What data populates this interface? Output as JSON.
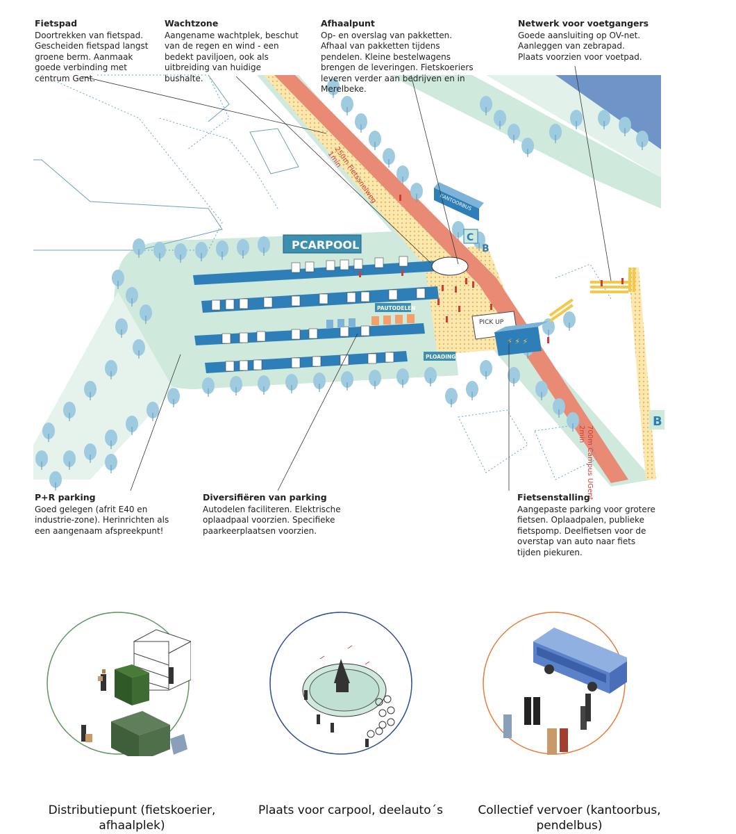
{
  "annotations": {
    "fietspad": {
      "title": "Fietspad",
      "text": "Doortrekken van fietspad. Gescheiden fietspad langst groene berm. Aanmaak goede verbinding met centrum Gent."
    },
    "wachtzone": {
      "title": "Wachtzone",
      "text": "Aangename wachtplek, beschut van de regen en wind - een bedekt paviljoen, ook als uitbreiding van huidige bushalte."
    },
    "afhaalpunt": {
      "title": "Afhaalpunt",
      "text": "Op- en overslag van pakketten. Afhaal van pakketten tijdens pendelen. Kleine bestelwagens brengen de leveringen. Fietskoeriers leveren verder aan bedrijven en in Merelbeke."
    },
    "netwerk": {
      "title": "Netwerk voor voetgangers",
      "text": "Goede aansluiting op OV-net. Aanleggen van zebrapad. Plaats voorzien voor voetpad."
    },
    "pr_parking": {
      "title": "P+R parking",
      "text": "Goed gelegen (afrit E40 en industrie-zone). Herinrichten als een aangenaam afspreekpunt!"
    },
    "diversifieren": {
      "title": "Diversifiëren van parking",
      "text": "Autodelen faciliteren. Elektrische oplaadpaal voorzien. Specifieke paarkeerplaatsen voorzien."
    },
    "fietsenstalling": {
      "title": "Fietsenstalling",
      "text": "Aangepaste parking voor grotere fietsen. Oplaadpalen, publieke fietspomp. Deelfietsen voor de overstap van auto naar fiets tijden piekuren."
    }
  },
  "map_labels": {
    "carpool": "PCARPOOL",
    "autodelen": "PAUTODELEN",
    "loading": "PLOADING",
    "pickup": "PICK UP",
    "kantoorbus": "KANTOORBUS",
    "fietssnelweg": "250m Fietssnelweg",
    "fietssnelweg_time": "1min",
    "campus": "700m Campus UGent",
    "campus_time": "2min"
  },
  "captions": {
    "distributie": "Distributiepunt (fietskoerier, afhaalplek)",
    "carpool": "Plaats voor carpool, deelauto´s",
    "collectief": "Collectief vervoer (kantoorbus, pendelbus)"
  },
  "colors": {
    "green": "#cfe9dd",
    "road": "#e88a74",
    "tree": "#9ecbe0",
    "parking": "#2e7fb8",
    "label": "#3d8fb0",
    "yellow": "#f7dd8a",
    "water": "#6f95c8",
    "circle_green": "#5c9a5c",
    "circle_blue": "#2a4f95",
    "circle_orange": "#e87d3e"
  }
}
